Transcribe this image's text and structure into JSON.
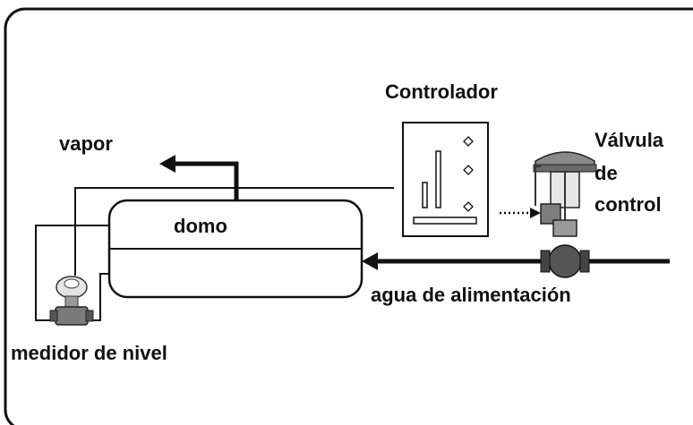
{
  "labels": {
    "controller": "Controlador",
    "steam": "vapor",
    "valve_line1": "Válvula",
    "valve_line2": "de",
    "valve_line3": "control",
    "drum": "domo",
    "feedwater": "agua de alimentación",
    "level_meter": "medidor de nivel"
  },
  "colors": {
    "line": "#111111",
    "background": "#ffffff",
    "equipment_fill": "#d8d8d8",
    "equipment_dark": "#555555"
  }
}
